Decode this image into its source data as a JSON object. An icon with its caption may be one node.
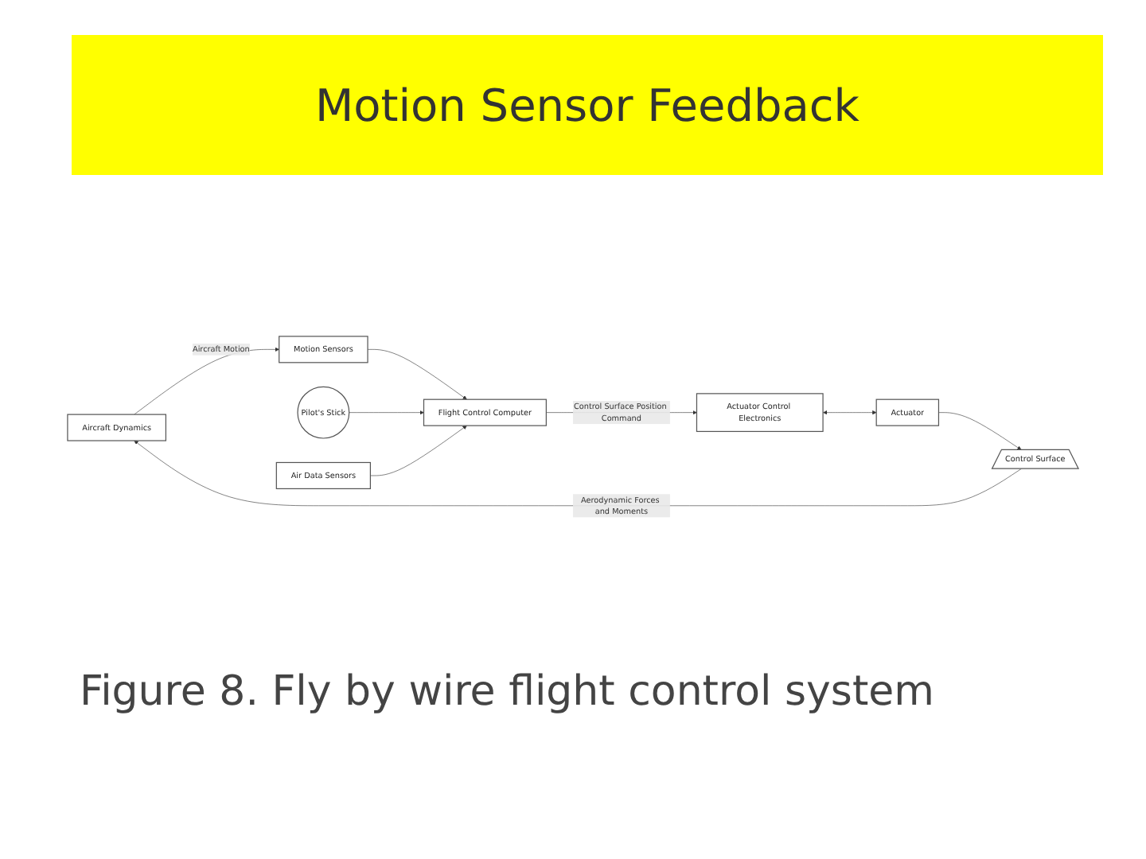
{
  "diagram": {
    "title": "Motion Sensor Feedback",
    "caption": "Figure 8. Fly by wire flight control system",
    "nodes": [
      {
        "text": [
          "Aircraft Dynamics"
        ]
      },
      {
        "text": [
          "Motion Sensors"
        ]
      },
      {
        "text": [
          "Pilot's Stick"
        ]
      },
      {
        "text": [
          "Flight Control Computer"
        ]
      },
      {
        "text": [
          "Actuator Control Electronics"
        ]
      },
      {
        "text": [
          "Control Surface"
        ]
      },
      {
        "text": [
          "Actuator"
        ]
      },
      {
        "text": [
          "Air Data Sensors"
        ]
      }
    ],
    "edges": [
      {
        "from": 5,
        "to": 0,
        "arrow": "to",
        "label": "Aerodynamic Forces and Moments"
      },
      {
        "from": 0,
        "to": 1,
        "arrow": "to",
        "label": "Aircraft Motion"
      },
      {
        "from": 1,
        "to": 3,
        "arrow": "to"
      },
      {
        "from": 2,
        "to": 3,
        "arrow": "to"
      },
      {
        "from": 7,
        "to": 3,
        "arrow": "to"
      },
      {
        "from": 3,
        "to": 4,
        "arrow": "to",
        "label": "Control Surface Position Command"
      },
      {
        "from": 4,
        "to": 6,
        "arrow": "both"
      },
      {
        "from": 6,
        "to": 5,
        "arrow": "to"
      }
    ]
  }
}
